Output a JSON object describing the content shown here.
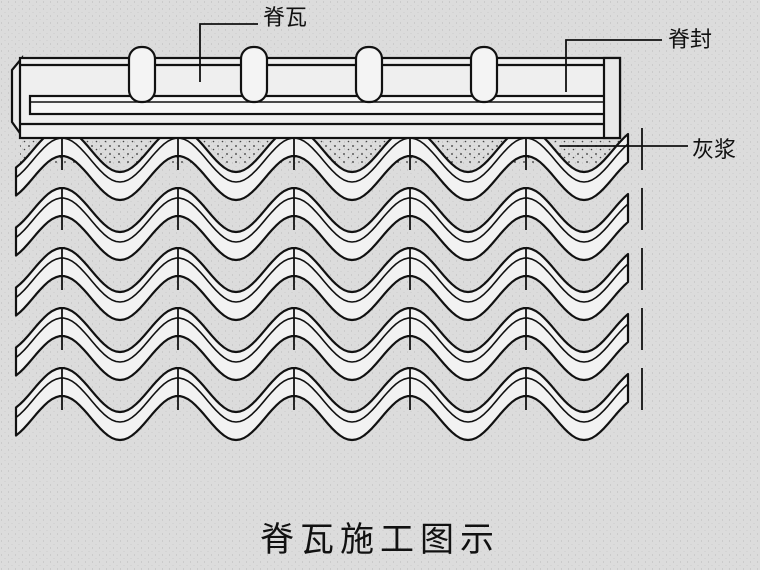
{
  "labels": {
    "ridge_tile": "脊瓦",
    "ridge_seal": "脊封",
    "mortar": "灰浆"
  },
  "caption": "脊瓦施工图示",
  "colors": {
    "background": "#dcdcdc",
    "line": "#111111",
    "tile_fill": "#f2f2f2"
  }
}
